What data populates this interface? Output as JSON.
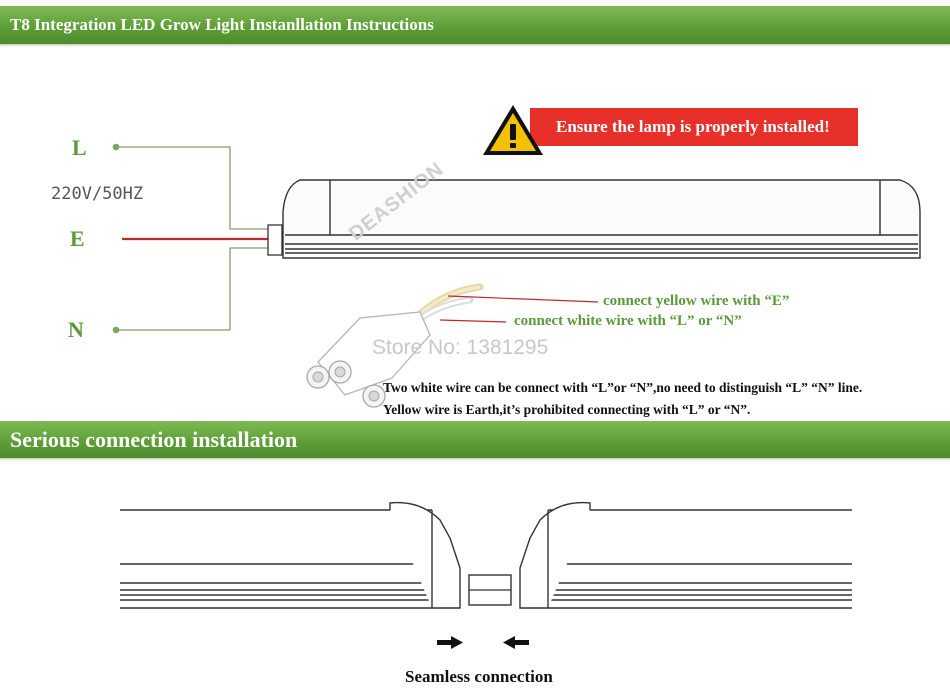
{
  "header": {
    "title": "T8 Integration LED Grow Light Instanllation Instructions"
  },
  "wiring": {
    "terminal_l": "L",
    "terminal_e": "E",
    "terminal_n": "N",
    "voltage": "220V/50HZ",
    "warning": "Ensure the lamp is properly installed!",
    "label_yellow": "connect yellow wire with “E”",
    "label_white": "connect white wire with “L” or “N”",
    "note_line1": "Two white wire can be connect with “L”or “N”,no need to distinguish “L” “N” line.",
    "note_line2": "Yellow wire is Earth,it’s prohibited connecting with “L” or “N”.",
    "brand_watermark": "DEASHION",
    "store_watermark": "Store No: 1381295"
  },
  "section2": {
    "title": "Serious connection installation",
    "caption": "Seamless connection"
  },
  "colors": {
    "header_green": "#5c9c36",
    "label_green": "#5b9a3a",
    "warning_red": "#e8302a",
    "warning_yellow": "#f2c200",
    "live_wire": "#c0282a"
  },
  "icons": [
    "warning-icon",
    "arrow-right-icon",
    "arrow-left-icon"
  ]
}
